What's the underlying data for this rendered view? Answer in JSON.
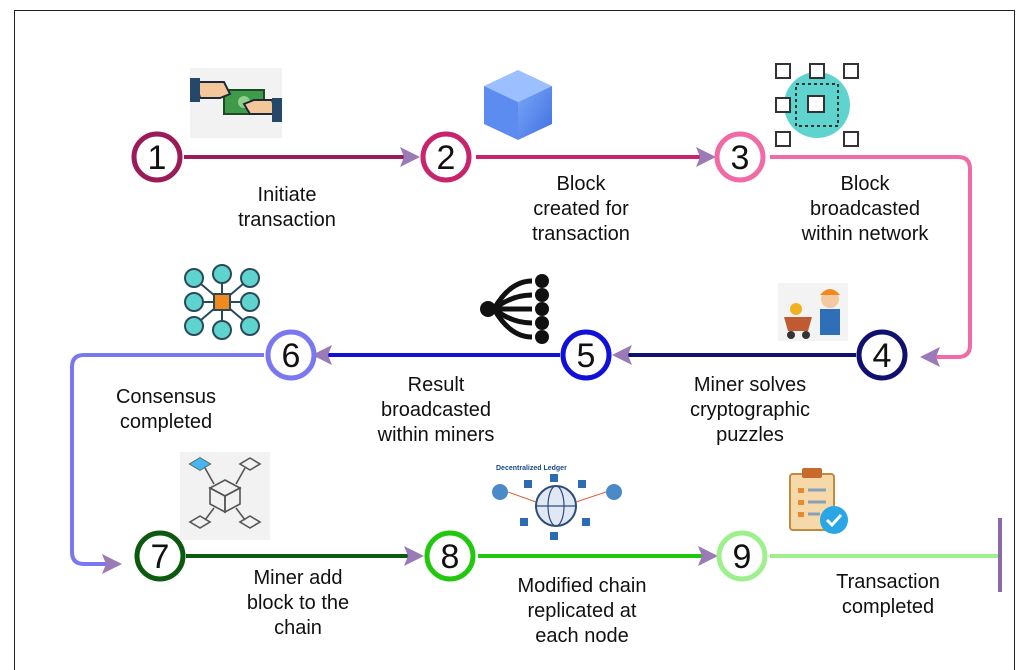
{
  "steps": [
    {
      "num": "1",
      "label": "Initiate\ntransaction",
      "color": "#9b1b5a",
      "icon": "money-exchange-icon"
    },
    {
      "num": "2",
      "label": "Block\ncreated for\ntransaction",
      "color": "#c8246e",
      "icon": "cube-block-icon"
    },
    {
      "num": "3",
      "label": "Block\nbroadcasted\nwithin network",
      "color": "#f06aa6",
      "icon": "block-network-icon"
    },
    {
      "num": "4",
      "label": "Miner solves\ncryptographic\npuzzles",
      "color": "#101070",
      "icon": "miner-worker-icon"
    },
    {
      "num": "5",
      "label": "Result\nbroadcasted\nwithin miners",
      "color": "#1010d8",
      "icon": "broadcast-nodes-icon"
    },
    {
      "num": "6",
      "label": "Consensus\ncompleted",
      "color": "#7a78f0",
      "icon": "consensus-network-icon"
    },
    {
      "num": "7",
      "label": "Miner add\nblock to the\nchain",
      "color": "#0c5a10",
      "icon": "blockchain-cubes-icon"
    },
    {
      "num": "8",
      "label": "Modified chain\nreplicated at\neach node",
      "color": "#22c80e",
      "icon": "decentralized-ledger-icon"
    },
    {
      "num": "9",
      "label": "Transaction\ncompleted",
      "color": "#9ef08c",
      "icon": "clipboard-check-icon"
    }
  ],
  "ledger_caption": "Decentralized Ledger",
  "arrow_color": "#9b7ab8"
}
